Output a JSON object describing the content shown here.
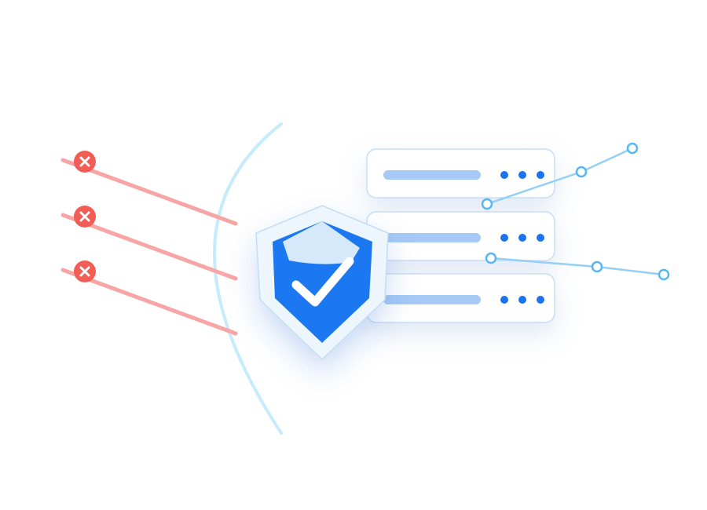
{
  "colors": {
    "background": "#ffffff",
    "threat_line": "#f8a5a5",
    "threat_badge": "#f25e55",
    "barrier_arc": "#c6ecfb",
    "shield_outer": "#eef6fd",
    "shield_outer_stroke": "#c4dcf3",
    "shield_inner": "#1e78f0",
    "shield_highlight": "#d6e9fb",
    "checkmark": "#ffffff",
    "server_panel": "#ffffff",
    "server_border": "#c8def6",
    "server_bar": "#a7c9f6",
    "server_dot": "#1a73f0",
    "connector_line": "#94d0f6",
    "connector_node": "#59b7ef"
  },
  "icons": {
    "threat_badge": "x-circle-icon",
    "shield": "shield-check-icon",
    "server": "server-rack-icon",
    "connector_node": "circle-node-icon"
  },
  "threats": {
    "count": 3,
    "status": "blocked"
  },
  "servers": {
    "count": 3,
    "indicator_dots_per_unit": 3
  }
}
